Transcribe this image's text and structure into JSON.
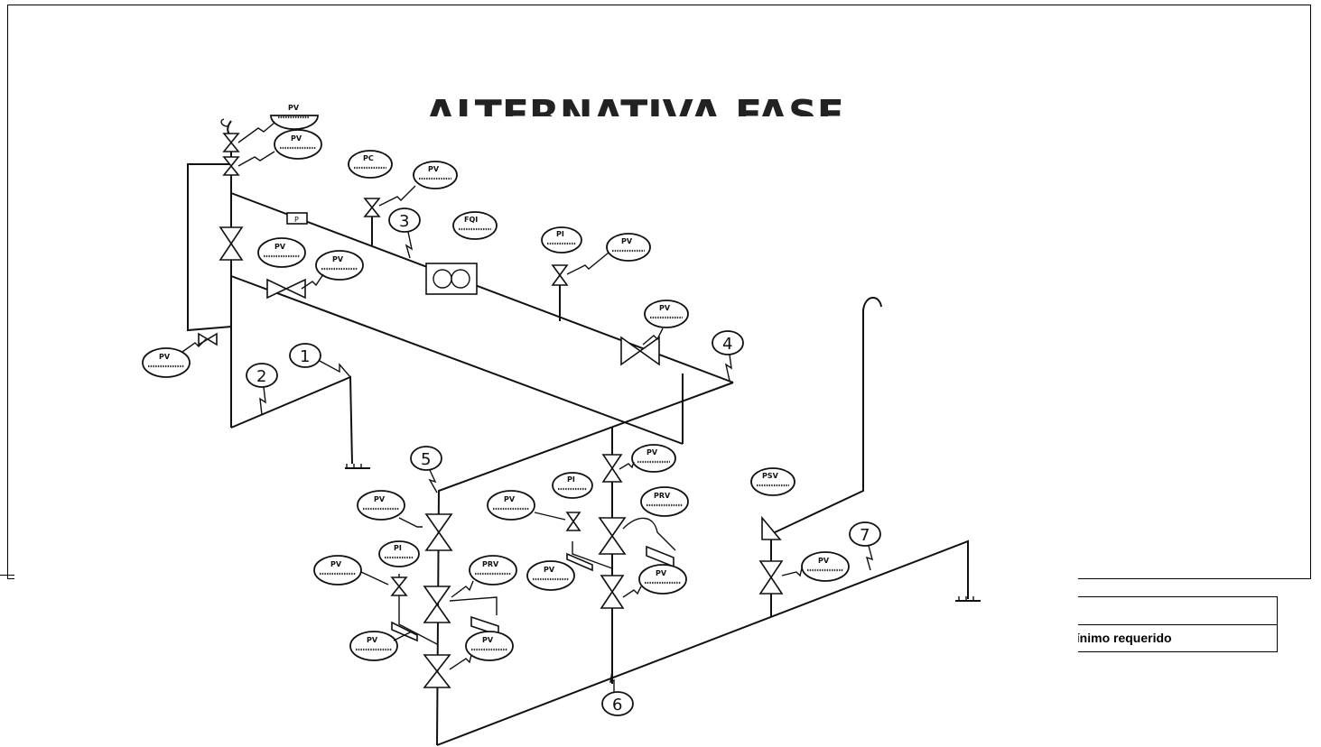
{
  "header_fragment": "ALTERNATIVA FASE",
  "table": {
    "cell_text": "r mínimo requerido"
  },
  "instruments": [
    {
      "id": "pv-top-a",
      "tag": "PV"
    },
    {
      "id": "pv-top-b",
      "tag": "PV"
    },
    {
      "id": "pc",
      "tag": "PC"
    },
    {
      "id": "pv-pc",
      "tag": "PV"
    },
    {
      "id": "fqi",
      "tag": "FQI"
    },
    {
      "id": "pi-1",
      "tag": "PI"
    },
    {
      "id": "pv-pi-1",
      "tag": "PV"
    },
    {
      "id": "pv-left-1",
      "tag": "PV"
    },
    {
      "id": "pv-left-2",
      "tag": "PV"
    },
    {
      "id": "pv-far-left",
      "tag": "PV"
    },
    {
      "id": "pv-right",
      "tag": "PV"
    },
    {
      "id": "pv-mid",
      "tag": "PV"
    },
    {
      "id": "pv-lower-a",
      "tag": "PV"
    },
    {
      "id": "pi-2",
      "tag": "PI"
    },
    {
      "id": "pv-lower-b",
      "tag": "PV"
    },
    {
      "id": "prv-1",
      "tag": "PRV"
    },
    {
      "id": "pv-lower-c",
      "tag": "PV"
    },
    {
      "id": "pv-lower-d",
      "tag": "PV"
    },
    {
      "id": "pv-c2-a",
      "tag": "PV"
    },
    {
      "id": "pi-3",
      "tag": "PI"
    },
    {
      "id": "prv-2",
      "tag": "PRV"
    },
    {
      "id": "pv-c2-b",
      "tag": "PV"
    },
    {
      "id": "pv-c2-c",
      "tag": "PV"
    },
    {
      "id": "psv",
      "tag": "PSV"
    },
    {
      "id": "pv-psv",
      "tag": "PV"
    }
  ],
  "node_labels": [
    "1",
    "2",
    "3",
    "4",
    "5",
    "6",
    "7"
  ],
  "pipe_tag": "P"
}
